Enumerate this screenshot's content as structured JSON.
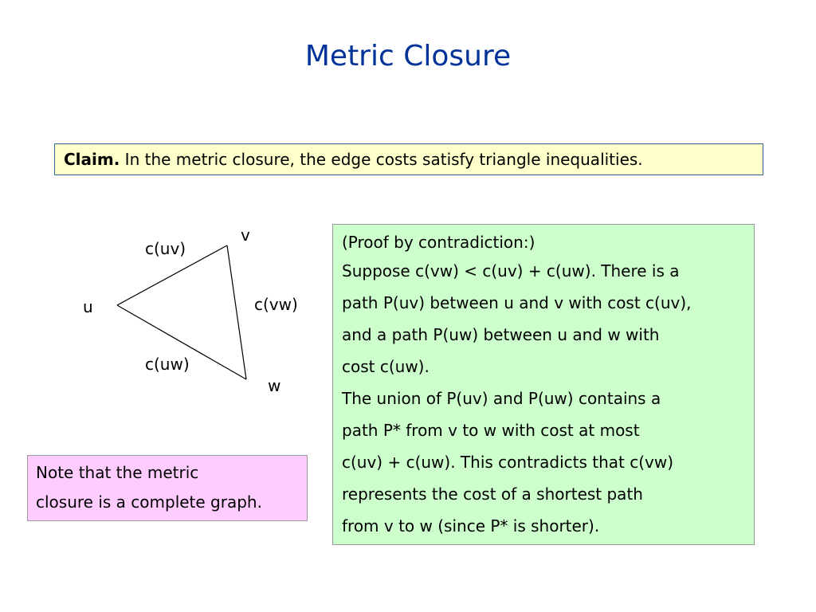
{
  "slide": {
    "title": "Metric Closure"
  },
  "claim": {
    "label": "Claim.",
    "text": " In the metric closure, the edge costs satisfy triangle inequalities."
  },
  "graph": {
    "nodes": {
      "u": "u",
      "v": "v",
      "w": "w"
    },
    "edges": {
      "uv": "c(uv)",
      "vw": "c(vw)",
      "uw": "c(uw)"
    }
  },
  "proof": {
    "heading": "(Proof by contradiction:)",
    "lines": [
      "Suppose c(vw) < c(uv) + c(uw).  There is a",
      "path P(uv) between u and v with cost c(uv),",
      "and a path P(uw) between u and w with",
      "cost c(uw).",
      "The union of P(uv) and P(uw) contains a",
      "path P* from v to w with cost at most",
      "c(uv) + c(uw).  This contradicts that c(vw)",
      "represents the cost of a shortest path",
      "from v to w (since P* is shorter)."
    ]
  },
  "note": {
    "lines": [
      "Note that the metric",
      "closure is a complete graph."
    ]
  },
  "colors": {
    "title": "#003399",
    "claim_bg": "#ffffcc",
    "proof_bg": "#ccffcc",
    "note_bg": "#ffccff"
  }
}
